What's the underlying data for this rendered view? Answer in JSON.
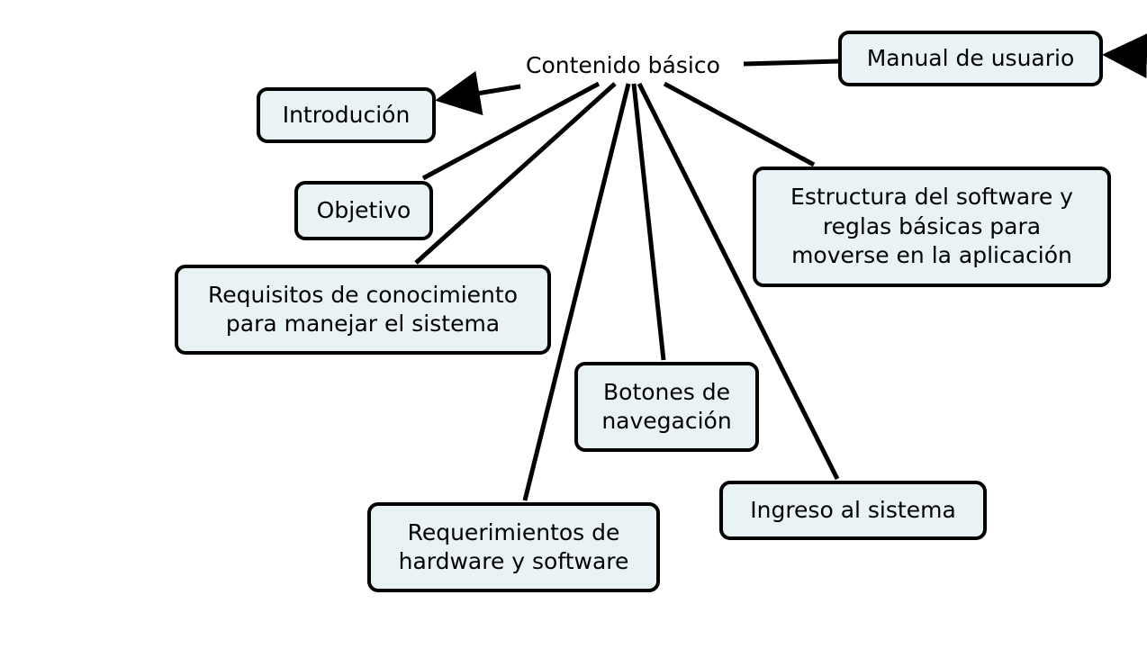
{
  "colors": {
    "node_fill": "#e9f2f5",
    "node_border": "#000000",
    "line": "#000000",
    "background": "#ffffff"
  },
  "center": {
    "label": "Contenido básico"
  },
  "nodes": {
    "manual": "Manual de usuario",
    "introducion": "Introdución",
    "objetivo": "Objetivo",
    "requisitos": "Requisitos de conocimiento\npara manejar el sistema",
    "estructura": "Estructura del software y\nreglas básicas para\nmoverse en la aplicación",
    "botones": "Botones de\nnavegación",
    "ingreso": "Ingreso al sistema",
    "requerimientos": "Requerimientos de\nhardware y software"
  }
}
